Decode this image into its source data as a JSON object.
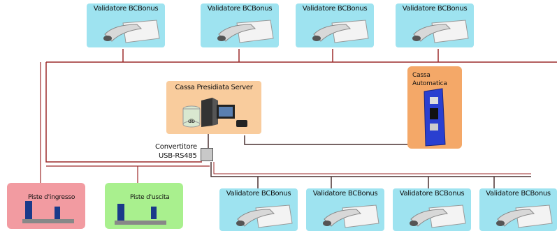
{
  "validators_top": [
    {
      "label": "Validatore BCBonus"
    },
    {
      "label": "Validatore BCBonus"
    },
    {
      "label": "Validatore BCBonus"
    },
    {
      "label": "Validatore BCBonus"
    }
  ],
  "validators_bottom": [
    {
      "label": "Validatore BCBonus"
    },
    {
      "label": "Validatore BCBonus"
    },
    {
      "label": "Validatore BCBonus"
    },
    {
      "label": "Validatore BCBonus"
    }
  ],
  "server": {
    "label": "Cassa Presidiata Server",
    "db_text": "db"
  },
  "cassa_auto": {
    "label_line1": "Cassa",
    "label_line2": "Automatica"
  },
  "converter": {
    "label_line1": "Convertitore",
    "label_line2": "USB-RS485"
  },
  "gate_in": {
    "label": "Piste d'ingresso"
  },
  "gate_out": {
    "label": "Piste d'uscita"
  },
  "colors": {
    "validator_bg": "#9ee3f0",
    "server_bg": "#f9cc9d",
    "cassa_bg": "#f4a868",
    "gate_in_bg": "#f29ba1",
    "gate_out_bg": "#a9f08e",
    "line_red": "#9c2a2a",
    "line_dark": "#4a3030",
    "kiosk_blue": "#2a3fd0"
  }
}
